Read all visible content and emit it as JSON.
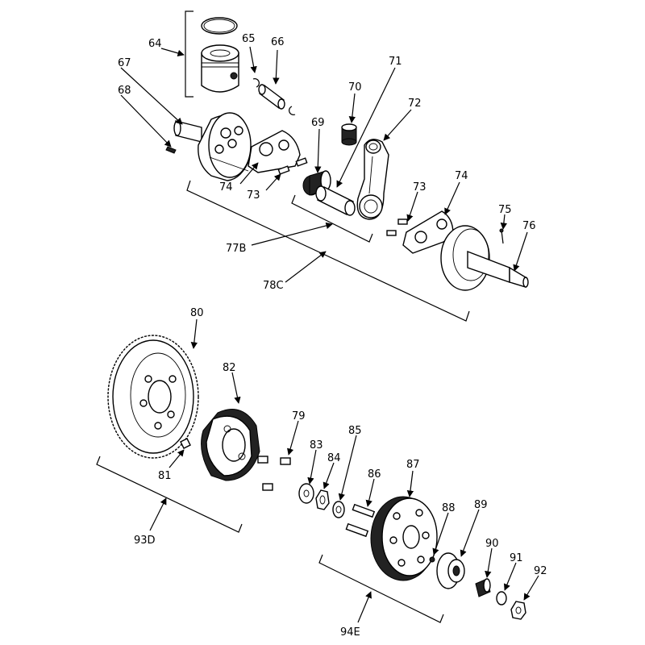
{
  "labels": {
    "p64": "64",
    "p65": "65",
    "p66": "66",
    "p67": "67",
    "p68": "68",
    "p69": "69",
    "p70": "70",
    "p71": "71",
    "p72": "72",
    "p73a": "73",
    "p73b": "73",
    "p74a": "74",
    "p74b": "74",
    "p75": "75",
    "p76": "76",
    "p77b": "77B",
    "p78c": "78C",
    "p79": "79",
    "p80": "80",
    "p81": "81",
    "p82": "82",
    "p83": "83",
    "p84": "84",
    "p85": "85",
    "p86": "86",
    "p87": "87",
    "p88": "88",
    "p89": "89",
    "p90": "90",
    "p91": "91",
    "p92": "92",
    "p93d": "93D",
    "p94e": "94E"
  }
}
